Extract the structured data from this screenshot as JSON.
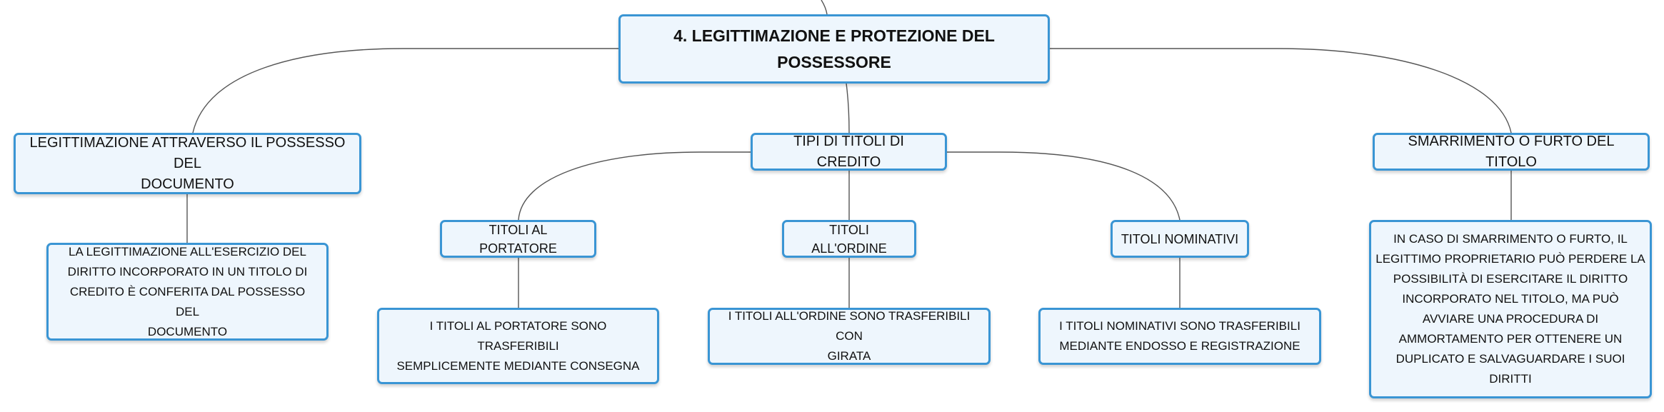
{
  "central": {
    "title_line1": "4. LEGITTIMAZIONE E PROTEZIONE DEL",
    "title_line2": "POSSESSORE"
  },
  "topics": {
    "legittimazione": {
      "line1": "LEGITTIMAZIONE ATTRAVERSO IL POSSESSO DEL",
      "line2": "DOCUMENTO",
      "detail": [
        "LA LEGITTIMAZIONE ALL'ESERCIZIO DEL",
        "DIRITTO INCORPORATO IN UN TITOLO DI",
        "CREDITO È CONFERITA DAL POSSESSO DEL",
        "DOCUMENTO"
      ]
    },
    "tipi": {
      "label": "TIPI DI TITOLI DI CREDITO",
      "portatore": {
        "label": "TITOLI AL PORTATORE",
        "detail": [
          "I TITOLI AL PORTATORE SONO TRASFERIBILI",
          "SEMPLICEMENTE MEDIANTE CONSEGNA"
        ]
      },
      "ordine": {
        "label": "TITOLI ALL'ORDINE",
        "detail": [
          "I TITOLI ALL'ORDINE SONO TRASFERIBILI CON",
          "GIRATA"
        ]
      },
      "nominativi": {
        "label": "TITOLI NOMINATIVI",
        "detail": [
          "I TITOLI NOMINATIVI SONO TRASFERIBILI",
          "MEDIANTE ENDOSSO E REGISTRAZIONE"
        ]
      }
    },
    "smarrimento": {
      "label": "SMARRIMENTO O FURTO DEL TITOLO",
      "detail": [
        "IN CASO DI SMARRIMENTO O FURTO, IL",
        "LEGITTIMO PROPRIETARIO PUÒ PERDERE LA",
        "POSSIBILITÀ DI ESERCITARE IL DIRITTO",
        "INCORPORATO NEL TITOLO, MA PUÒ",
        "AVVIARE UNA PROCEDURA DI",
        "AMMORTAMENTO PER OTTENERE UN",
        "DUPLICATO E SALVAGUARDARE I SUOI DIRITTI"
      ]
    }
  },
  "colors": {
    "node_border": "#3a95d4",
    "node_fill": "#eef6fd",
    "connector": "#555555"
  }
}
